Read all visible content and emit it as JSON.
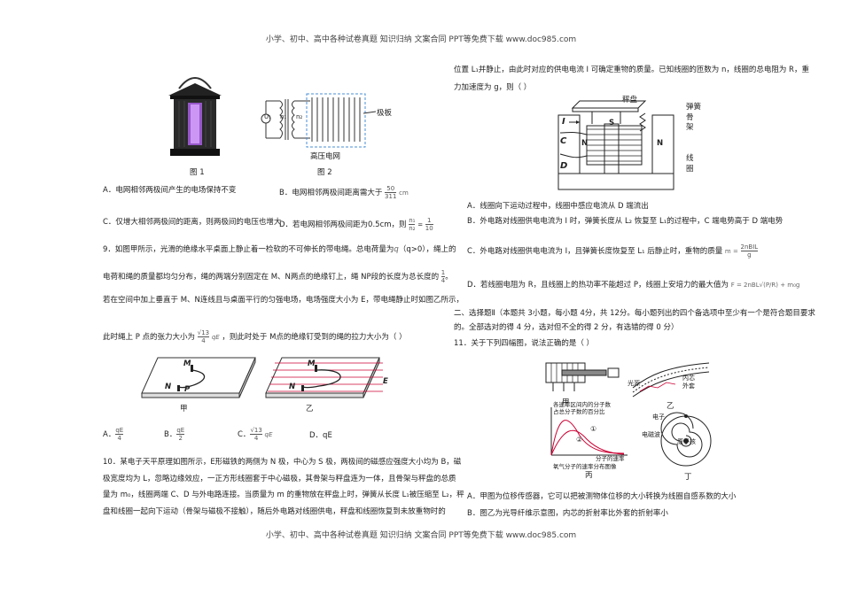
{
  "header": "小学、初中、高中各种试卷真题  知识归纳  文案合同  PPT等免费下载    www.doc985.com",
  "footer": "小学、初中、高中各种试卷真题  知识归纳  文案合同  PPT等免费下载    www.doc985.com",
  "left": {
    "fig1_caption": "图 1",
    "fig2_caption": "图 2",
    "fig2_label_plate": "极板",
    "fig2_label_grid": "高压电网",
    "fig2_u1": "U₁",
    "fig2_n1": "n₁",
    "fig2_n2": "n₂",
    "q8_optA": "A．电网相邻两极间产生的电场保持不变",
    "q8_optB_pre": "B．电网相邻两极间距离需大于",
    "q8_optB_num": "50",
    "q8_optB_den": "311",
    "q8_optB_unit": "cm",
    "q8_optC": "C．仅增大相邻两极间的距离，则两极间的电压也增大",
    "q8_optD_pre": "D．若电网相邻两极间距为0.5cm，则",
    "q8_optD_num": "n₁",
    "q8_optD_den": "n₂",
    "q8_optD_eq": "=",
    "q8_optD_rnum": "1",
    "q8_optD_rden": "10",
    "q9_line1": "9．如图甲所示，光滑的绝缘水平桌面上静止着一检软的不可伸长的带电绳。总电荷量为",
    "q9_line1_q": "q",
    "q9_line1_end": "（q>0），绳上的",
    "q9_line2_pre": "电荷和绳的质量都均匀分布，绳的两端分别固定在 M、N两点的绝缘钉上，绳 NP段的长度为总长度的",
    "q9_line2_num": "1",
    "q9_line2_den": "4",
    "q9_line2_end": "。",
    "q9_line3": "若在空间中加上垂直于 M、N连线且与桌面平行的匀强电场，电场强度大小为 E，带电绳静止时如图乙所示，",
    "q9_line4_pre": "此时绳上 P 点的张力大小为",
    "q9_line4_num": "√13",
    "q9_line4_den": "4",
    "q9_line4_qe": "qE",
    "q9_line4_end": "，则此时处于 M点的绝缘钉受到的绳的拉力大小为（       ）",
    "q9_fig_jia": "甲",
    "q9_fig_yi": "乙",
    "q9_M": "M",
    "q9_N": "N",
    "q9_P": "P",
    "q9_E": "E",
    "q9_optA_label": "A．",
    "q9_optA_num": "qE",
    "q9_optA_den": "4",
    "q9_optB_label": "B．",
    "q9_optB_num": "qE",
    "q9_optB_den": "2",
    "q9_optC_label": "C．",
    "q9_optC_num": "√13",
    "q9_optC_den": "4",
    "q9_optC_qe": "qE",
    "q9_optD": "D．qE",
    "q10_line1": "10．某电子天平原理如图所示，E形磁铁的两侧为 N 极，中心为 S 极，两极间的磁感应强度大小均为 B，磁",
    "q10_line2": "极宽度均为 L，忽略边缘效应，一正方形线圈套于中心磁极，其骨架与秤盘连为一体，且骨架与秤盘的总质",
    "q10_line3": "量为 m₀，线圈两端 C、D 与外电路连接。当质量为 m 的重物放在秤盘上时，弹簧从长度 L₁被压缩至 L₂，秤",
    "q10_line4": "盘和线圈一起向下运动（骨架与磁极不接触），随后外电路对线圈供电，秤盘和线圈恢复到未放重物时的"
  },
  "right": {
    "q10_cont1": "位置 L₁并静止，由此时对应的供电电流 I 可确定重物的质量。已知线圈的匝数为 n，线圈的总电阻为 R，重",
    "q10_cont2": "力加速度为 g，则（       ）",
    "fig_pan": "秤盘",
    "fig_spring": "弹簧",
    "fig_frame": "骨",
    "fig_frame2": "架",
    "fig_coil": "线",
    "fig_coil2": "圈",
    "fig_I": "I",
    "fig_C": "C",
    "fig_D": "D",
    "fig_N1": "N",
    "fig_N2": "N",
    "fig_S": "S",
    "q10_optA": "A．线圈向下运动过程中，线圈中感应电流从 D 端流出",
    "q10_optB": "B．外电路对线圈供电电流为 I 时，弹簧长度从 L₂ 恢复至 L₁的过程中，C 端电势高于 D 端电势",
    "q10_optC_pre": "C．外电路对线圈供电电流为 I，且弹簧长度恢复至 L₁ 后静止时，重物的质量",
    "q10_optC_m": "m =",
    "q10_optC_num": "2nBIL",
    "q10_optC_den": "g",
    "q10_optD_pre": "D．若线圈电阻为 R，且线圈上的热功率不能超过 P，线圈上安培力的最大值为",
    "q10_optD_F": "F = 2nBL√(P/R) + m₀g",
    "sec2": "二、选择题Ⅱ",
    "sec2_text": "（本题共 3小题，每小题 4分，共 12分。每小题列出的四个备选项中至少有一个是符合题目要求",
    "sec2_text2": "的。全部选对的得 4 分，选对但不全的得 2 分，有选错的得 0 分）",
    "q11": "11．关于下列四幅图，说法正确的是（       ）",
    "fig_jia": "甲",
    "fig_yi": "乙",
    "fig_bing": "丙",
    "fig_ding": "丁",
    "fig_guangtan": "光源",
    "fig_neixin": "内芯",
    "fig_waitao": "外套",
    "fig_bing_y": "各速率区间内的分子数",
    "fig_bing_y2": "占总分子数的百分比",
    "fig_bing_x": "分子的速率",
    "fig_bing_cap": "氧气分子的速率分布图像",
    "fig_bing_1": "①",
    "fig_bing_2": "②",
    "fig_ding_e": "电子",
    "fig_ding_gun": "电磁波",
    "fig_ding_he": "原子核",
    "q11_optA": "A．甲图为位移传感器，它可以把被测物体位移的大小转换为线圈自感系数的大小",
    "q11_optB": "B．图乙为光导纤维示意图，内芯的折射率比外套的折射率小"
  }
}
